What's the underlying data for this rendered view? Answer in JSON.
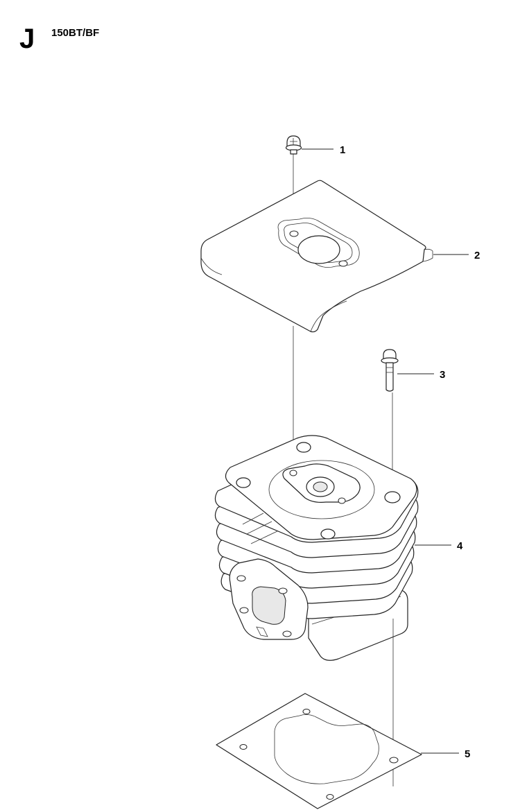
{
  "header": {
    "section_letter": "J",
    "model": "150BT/BF"
  },
  "callouts": [
    {
      "number": "1",
      "part": "screw"
    },
    {
      "number": "2",
      "part": "heat-shield"
    },
    {
      "number": "3",
      "part": "bolt"
    },
    {
      "number": "4",
      "part": "cylinder"
    },
    {
      "number": "5",
      "part": "gasket"
    }
  ]
}
